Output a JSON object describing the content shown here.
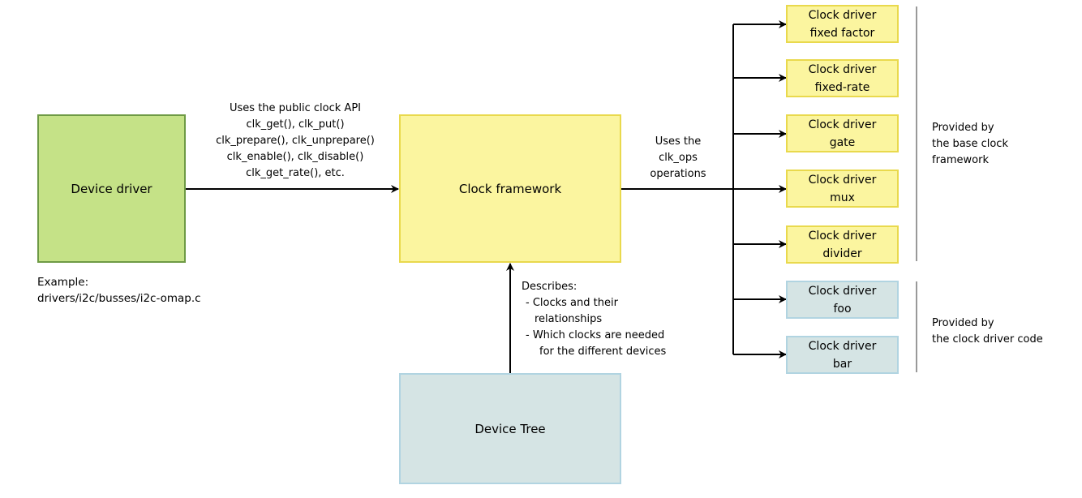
{
  "boxes": {
    "device_driver": "Device driver",
    "clock_framework": "Clock framework",
    "device_tree": "Device Tree"
  },
  "example": {
    "line1": "Example:",
    "line2": "drivers/i2c/busses/i2c-omap.c"
  },
  "api_label": [
    "Uses the public clock API",
    "clk_get(), clk_put()",
    "clk_prepare(), clk_unprepare()",
    "clk_enable(), clk_disable()",
    "clk_get_rate(), etc."
  ],
  "ops_label": [
    "Uses the",
    "clk_ops",
    "operations"
  ],
  "describes_label": [
    "Describes:",
    "- Clocks and their",
    "relationships",
    "- Which clocks are needed",
    "for the different devices"
  ],
  "drivers": [
    {
      "line1": "Clock driver",
      "line2": "fixed factor",
      "group": "base"
    },
    {
      "line1": "Clock driver",
      "line2": "fixed-rate",
      "group": "base"
    },
    {
      "line1": "Clock driver",
      "line2": "gate",
      "group": "base"
    },
    {
      "line1": "Clock driver",
      "line2": "mux",
      "group": "base"
    },
    {
      "line1": "Clock driver",
      "line2": "divider",
      "group": "base"
    },
    {
      "line1": "Clock driver",
      "line2": "foo",
      "group": "driver"
    },
    {
      "line1": "Clock driver",
      "line2": "bar",
      "group": "driver"
    }
  ],
  "groups": {
    "base": [
      "Provided by",
      "the base clock",
      "framework"
    ],
    "driver": [
      "Provided by",
      "the clock driver code"
    ]
  },
  "colors": {
    "green_fill": "#c5e287",
    "yellow_fill": "#fbf59f",
    "blue_fill": "#d5e4e4",
    "bracket": "#999999"
  }
}
